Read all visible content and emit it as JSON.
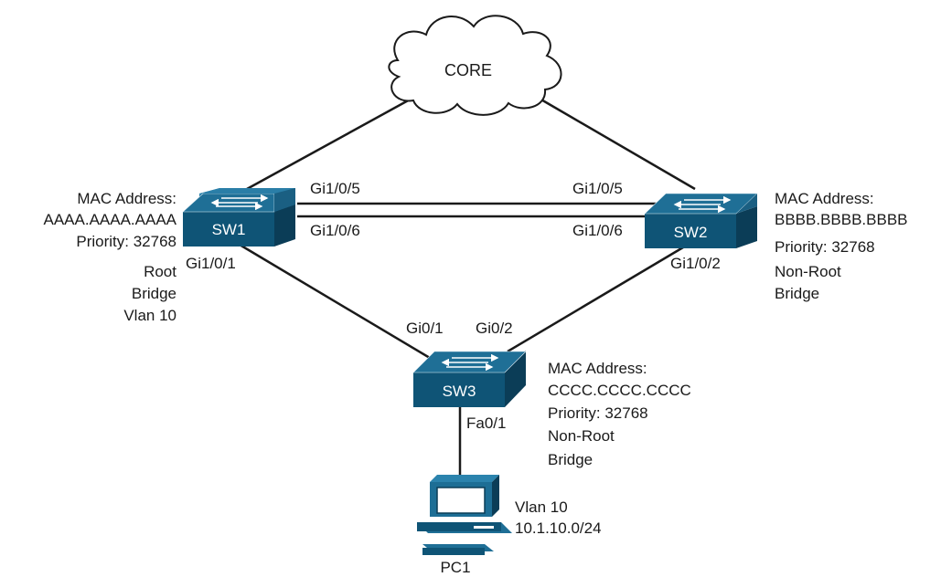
{
  "colors": {
    "switch_top": "#1f6f96",
    "switch_front": "#0f5476",
    "switch_edge": "#0b3d57",
    "link": "#1a1a1a",
    "pc_body": "#1d6e95"
  },
  "cloud": {
    "label": "CORE",
    "icon": "cloud-icon"
  },
  "switches": {
    "sw1": {
      "label": "SW1",
      "icon": "switch-icon",
      "info": [
        "MAC Address:",
        "AAAA.AAAA.AAAA",
        "Priority: 32768",
        "Root",
        "Bridge",
        "Vlan 10"
      ],
      "port_down": "Gi1/0/1"
    },
    "sw2": {
      "label": "SW2",
      "icon": "switch-icon",
      "info": [
        "MAC Address:",
        "BBBB.BBBB.BBBB",
        "Priority: 32768",
        "Non-Root",
        "Bridge"
      ],
      "port_down": "Gi1/0/2"
    },
    "sw3": {
      "label": "SW3",
      "icon": "switch-icon",
      "info": [
        "MAC Address:",
        "CCCC.CCCC.CCCC",
        "Priority: 32768",
        "Non-Root",
        "Bridge"
      ],
      "port_left": "Gi0/1",
      "port_right": "Gi0/2",
      "port_down": "Fa0/1"
    }
  },
  "trunk_ports": {
    "sw1_upper": "Gi1/0/5",
    "sw1_lower": "Gi1/0/6",
    "sw2_upper": "Gi1/0/5",
    "sw2_lower": "Gi1/0/6"
  },
  "pc": {
    "label": "PC1",
    "icon": "pc-icon",
    "info": [
      "Vlan 10",
      "10.1.10.0/24"
    ]
  }
}
